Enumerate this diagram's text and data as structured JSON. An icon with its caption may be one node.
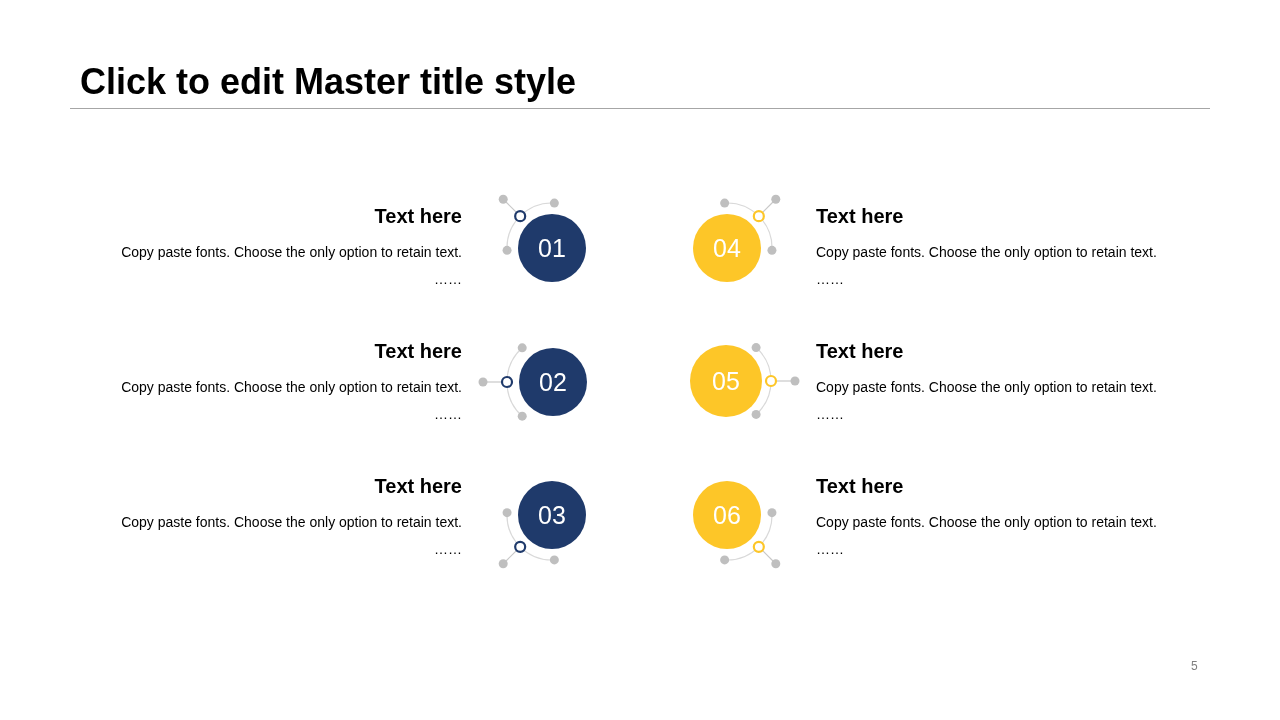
{
  "diagram": {
    "title": "Click to edit Master title style",
    "nodes": [
      {
        "text": [
          "01"
        ],
        "beside": [
          "Text here",
          "Copy paste fonts. Choose the only option to retain text.",
          "……"
        ]
      },
      {
        "text": [
          "02"
        ],
        "beside": [
          "Text here",
          "Copy paste fonts. Choose the only option to retain text.",
          "……"
        ]
      },
      {
        "text": [
          "03"
        ],
        "beside": [
          "Text here",
          "Copy paste fonts. Choose the only option to retain text.",
          "……"
        ]
      },
      {
        "text": [
          "04"
        ],
        "beside": [
          "Text here",
          "Copy paste fonts. Choose the only option to retain text.",
          "……"
        ]
      },
      {
        "text": [
          "05"
        ],
        "beside": [
          "Text here",
          "Copy paste fonts. Choose the only option to retain text.",
          "……"
        ]
      },
      {
        "text": [
          "06"
        ],
        "beside": [
          "Text here",
          "Copy paste fonts. Choose the only option to retain text.",
          "……"
        ]
      }
    ],
    "labels": [
      "5"
    ]
  }
}
